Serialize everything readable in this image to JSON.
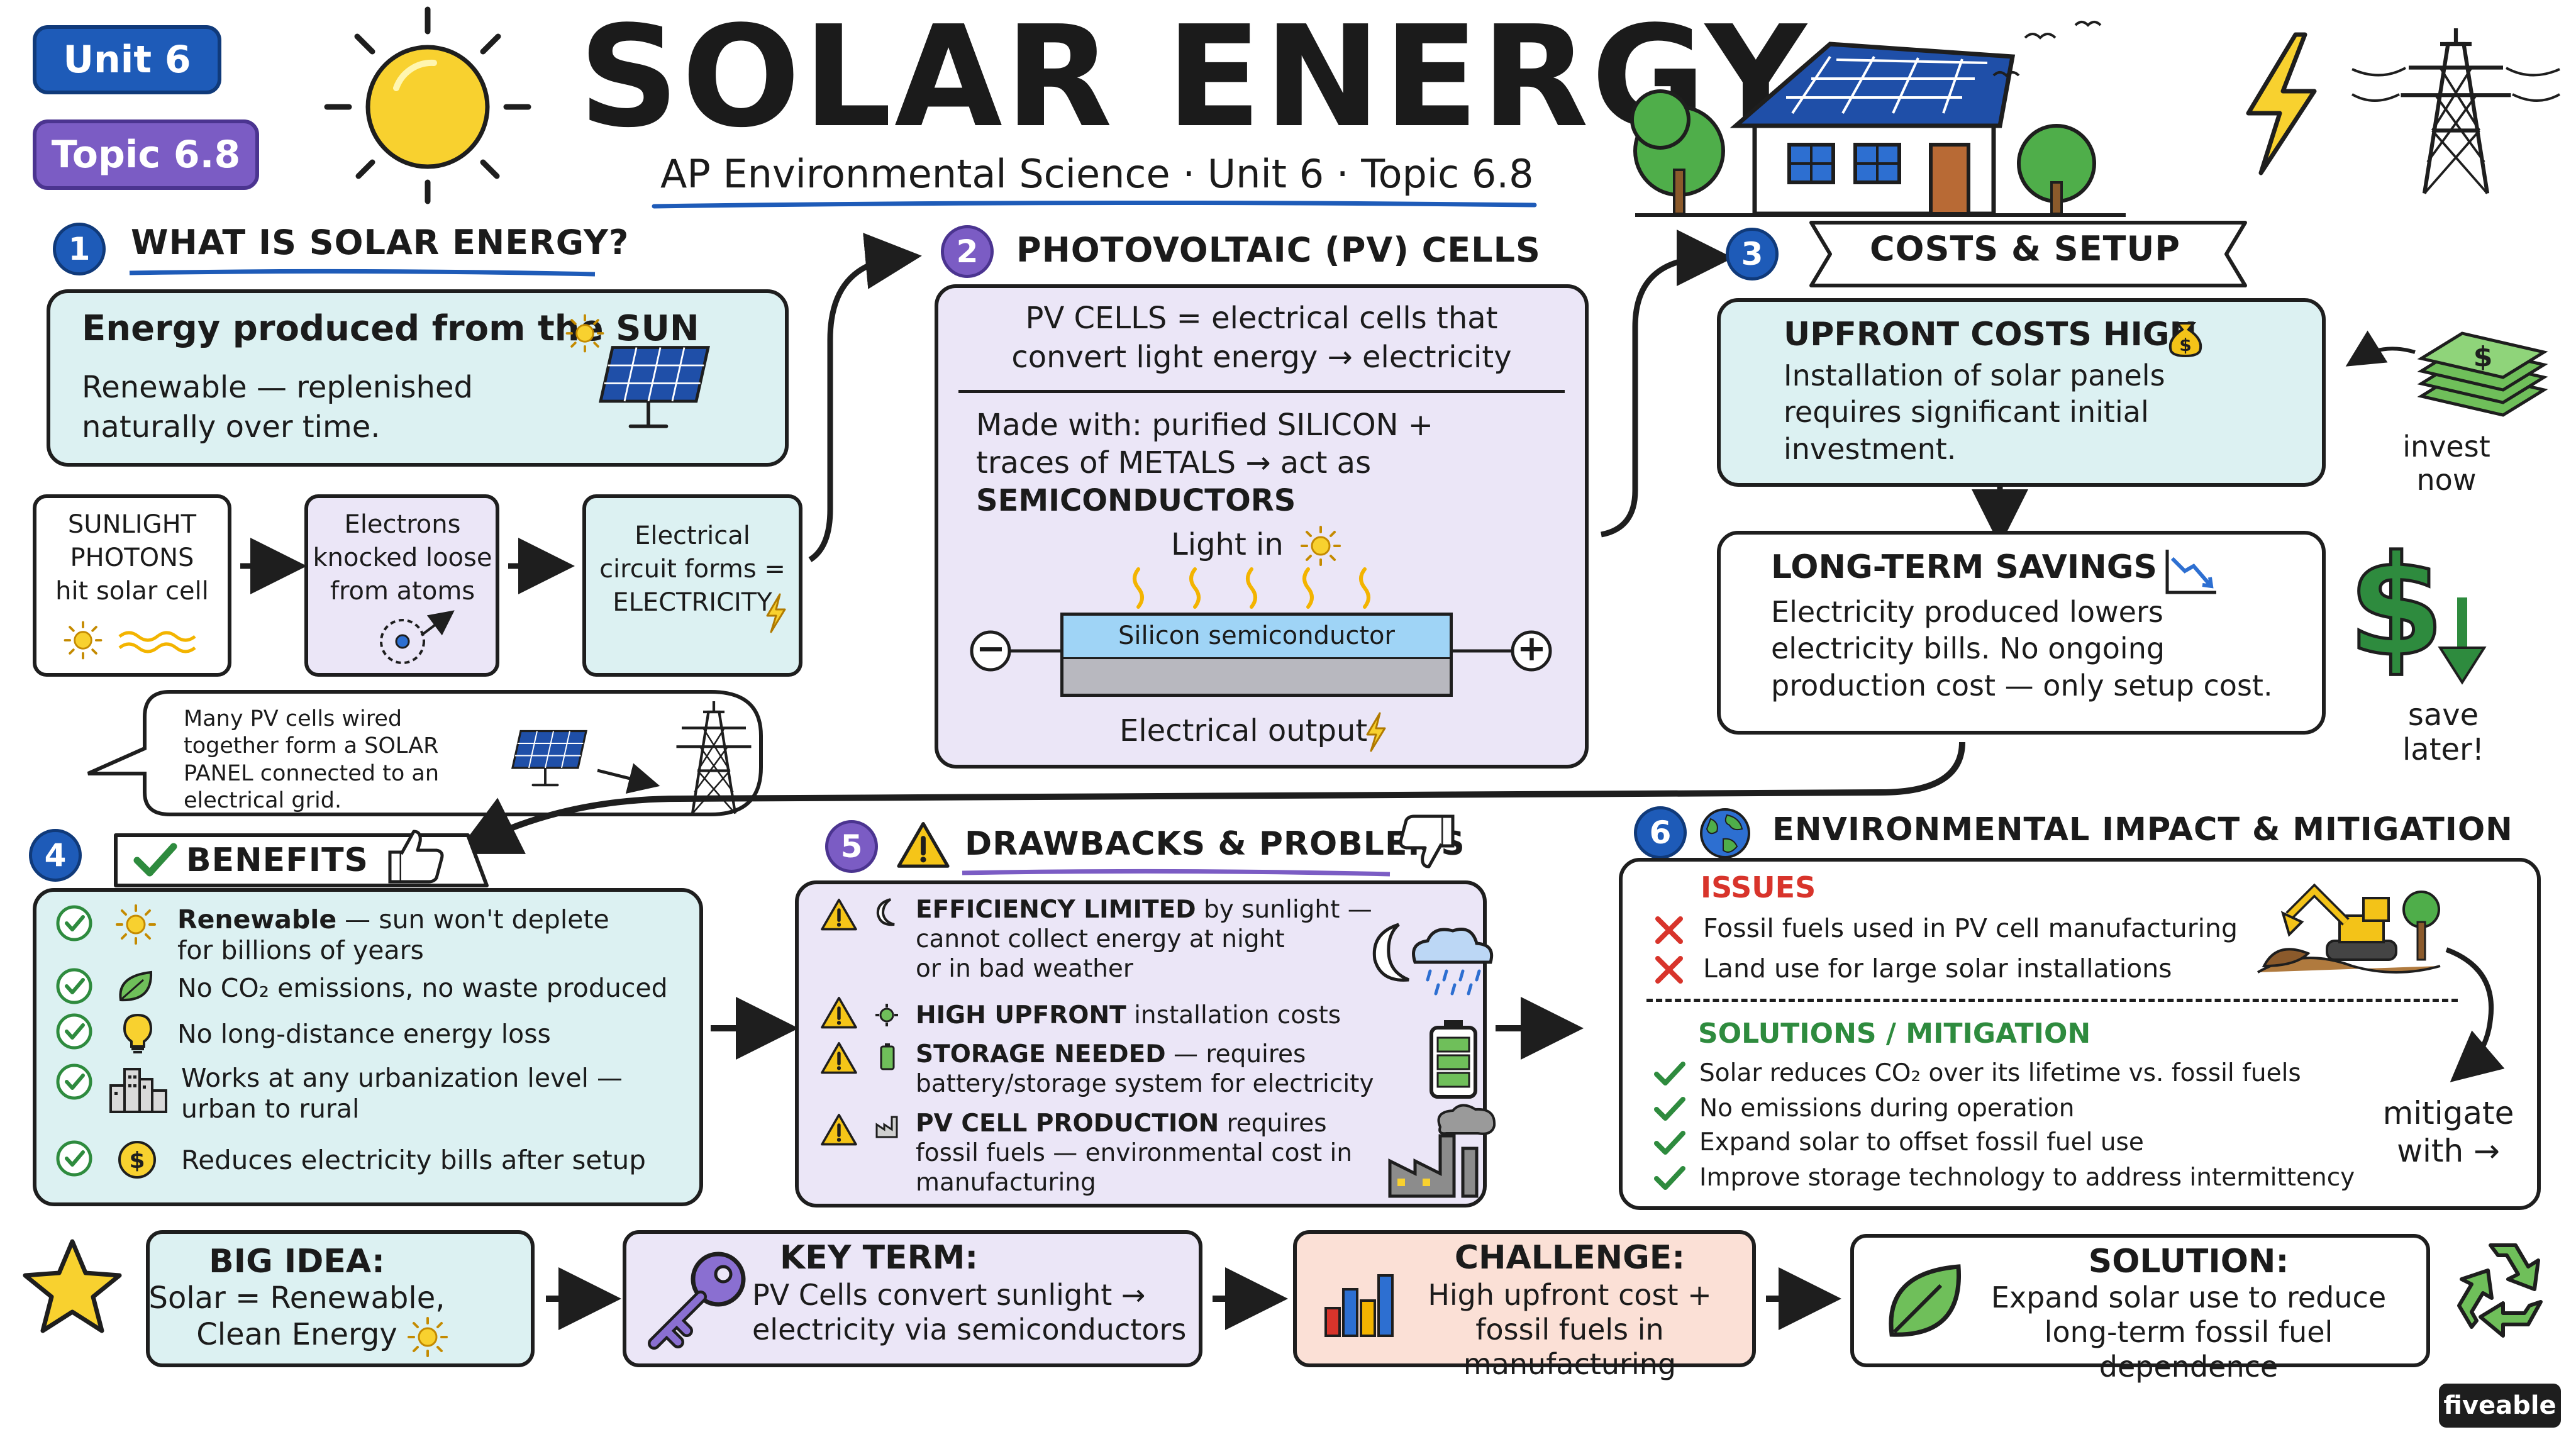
{
  "header": {
    "unit_badge": "Unit 6",
    "topic_badge": "Topic 6.8",
    "title": "SOLAR ENERGY",
    "subtitle": "AP Environmental Science · Unit 6 · Topic 6.8"
  },
  "colors": {
    "blue_badge": "#1e5bb8",
    "purple_badge": "#7b5cc4",
    "teal_fill": "#dcf1f2",
    "lavender_fill": "#ebe6f7",
    "salmon_fill": "#fbe0d6",
    "green_check": "#2e8b3e",
    "red_x": "#d8342b",
    "warning_yellow": "#f5c518",
    "sun_yellow": "#f8d12f"
  },
  "section1": {
    "number": "1",
    "title": "WHAT IS SOLAR ENERGY?",
    "def_title": "Energy produced from the SUN",
    "def_body": "Renewable — replenished\nnaturally over time.",
    "flow": [
      {
        "text": "SUNLIGHT\nPHOTONS\nhit solar cell"
      },
      {
        "text": "Electrons\nknocked loose\nfrom atoms"
      },
      {
        "text": "Electrical\ncircuit forms =\nELECTRICITY"
      }
    ],
    "callout": "Many PV cells wired\ntogether form a SOLAR\nPANEL connected to an\nelectrical grid."
  },
  "section2": {
    "number": "2",
    "title": "PHOTOVOLTAIC (PV) CELLS",
    "def_line1": "PV CELLS = electrical cells that",
    "def_line2": "convert light energy → electricity",
    "made_line1": "Made with: purified SILICON +",
    "made_line2": "traces of METALS → act as",
    "made_line3": "SEMICONDUCTORS",
    "light_in": "Light in",
    "semiconductor": "Silicon semiconductor",
    "minus": "−",
    "plus": "+",
    "output": "Electrical output"
  },
  "section3": {
    "number": "3",
    "title": "COSTS & SETUP",
    "upfront_title": "UPFRONT COSTS HIGH",
    "upfront_body": "Installation of solar panels\nrequires significant initial\ninvestment.",
    "invest_note": "invest\nnow",
    "savings_title": "LONG-TERM SAVINGS",
    "savings_body": "Electricity produced lowers\nelectricity bills.  No ongoing\nproduction cost — only setup cost.",
    "save_note": "save\nlater!"
  },
  "section4": {
    "number": "4",
    "title": "BENEFITS",
    "items": [
      {
        "lead": "Renewable",
        "text": " — sun won't deplete\nfor billions of years",
        "icon": "sun-icon"
      },
      {
        "lead": "",
        "text": "No CO₂ emissions, no waste produced",
        "icon": "leaf-icon"
      },
      {
        "lead": "",
        "text": "No long-distance energy loss",
        "icon": "bulb-icon"
      },
      {
        "lead": "",
        "text": "Works at any urbanization level —\nurban to rural",
        "icon": "city-icon"
      },
      {
        "lead": "",
        "text": "Reduces electricity bills after setup",
        "icon": "dollar-coin-icon"
      }
    ]
  },
  "section5": {
    "number": "5",
    "title": "DRAWBACKS & PROBLEMS",
    "items": [
      {
        "lead": "EFFICIENCY LIMITED",
        "text": " by sunlight —\ncannot collect energy at night\nor in bad weather"
      },
      {
        "lead": "HIGH UPFRONT",
        "text": " installation costs"
      },
      {
        "lead": "STORAGE NEEDED",
        "text": " — requires\nbattery/storage system for electricity"
      },
      {
        "lead": "PV CELL PRODUCTION",
        "text": " requires\nfossil fuels — environmental cost in\nmanufacturing"
      }
    ]
  },
  "section6": {
    "number": "6",
    "title": "ENVIRONMENTAL IMPACT & MITIGATION",
    "issues_title": "ISSUES",
    "issues": [
      "Fossil fuels used in PV cell manufacturing",
      "Land use for large solar installations"
    ],
    "solutions_title": "SOLUTIONS / MITIGATION",
    "solutions": [
      "Solar reduces CO₂ over its lifetime vs. fossil fuels",
      "No emissions during operation",
      "Expand solar to offset fossil fuel use",
      "Improve storage technology to address intermittency"
    ],
    "mitigate_note": "mitigate\nwith →"
  },
  "summary": {
    "big_idea_title": "BIG IDEA:",
    "big_idea_body": "Solar = Renewable,\nClean Energy",
    "key_term_title": "KEY TERM:",
    "key_term_body": "PV Cells convert sunlight →\nelectricity via semiconductors",
    "challenge_title": "CHALLENGE:",
    "challenge_body": "High upfront cost +\nfossil fuels in manufacturing",
    "solution_title": "SOLUTION:",
    "solution_body": "Expand solar use to reduce\nlong-term fossil fuel dependence"
  },
  "brand": "fiveable"
}
